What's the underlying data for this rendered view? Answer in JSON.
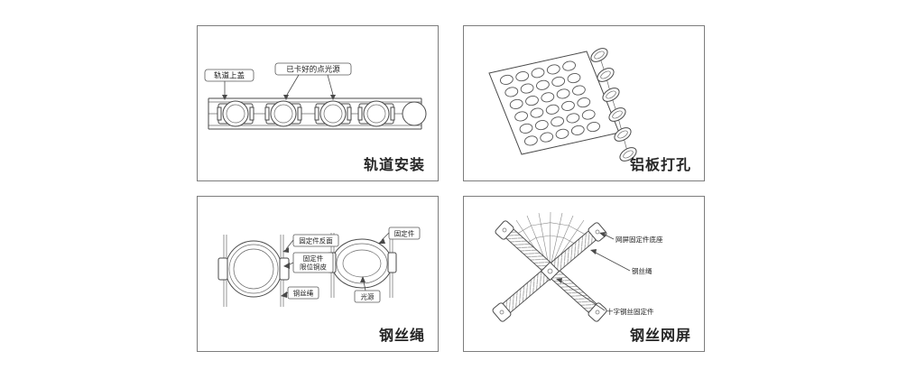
{
  "sheet": {
    "background": "#ffffff"
  },
  "panels": [
    {
      "id": "track-installation",
      "title": "轨道安装",
      "labels": {
        "track_cover": "轨道上盖",
        "clipped_lights": "已卡好的点光源"
      }
    },
    {
      "id": "aluminum-plate-drilling",
      "title": "铝板打孔",
      "labels": {}
    },
    {
      "id": "steel-wire-rope",
      "title": "钢丝绳",
      "labels": {
        "fixture_back": "固定件反面",
        "fixture": "固定件",
        "fixture_limit_line1": "固定件",
        "fixture_limit_line2": "限位铜皮",
        "wire_rope": "钢丝绳",
        "light_source": "光源"
      }
    },
    {
      "id": "steel-wire-mesh-screen",
      "title": "钢丝网屏",
      "labels": {
        "mesh_fixture_base": "网屏固定件底座",
        "wire_rope": "钢丝绳",
        "cross_wire_fixture": "十字钢丝固定件"
      }
    }
  ],
  "colors": {
    "panel_border": "#7d7d7d",
    "line": "#4a4a4a",
    "title_text": "#262626",
    "label_text": "#222222"
  }
}
